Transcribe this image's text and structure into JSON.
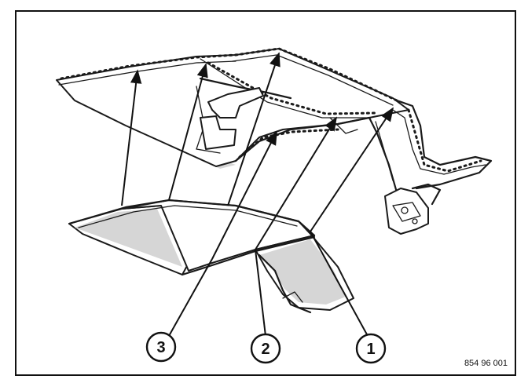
{
  "callouts": [
    {
      "id": "1",
      "label": "1"
    },
    {
      "id": "2",
      "label": "2"
    },
    {
      "id": "3",
      "label": "3"
    }
  ],
  "reference_code": "854 96 001"
}
